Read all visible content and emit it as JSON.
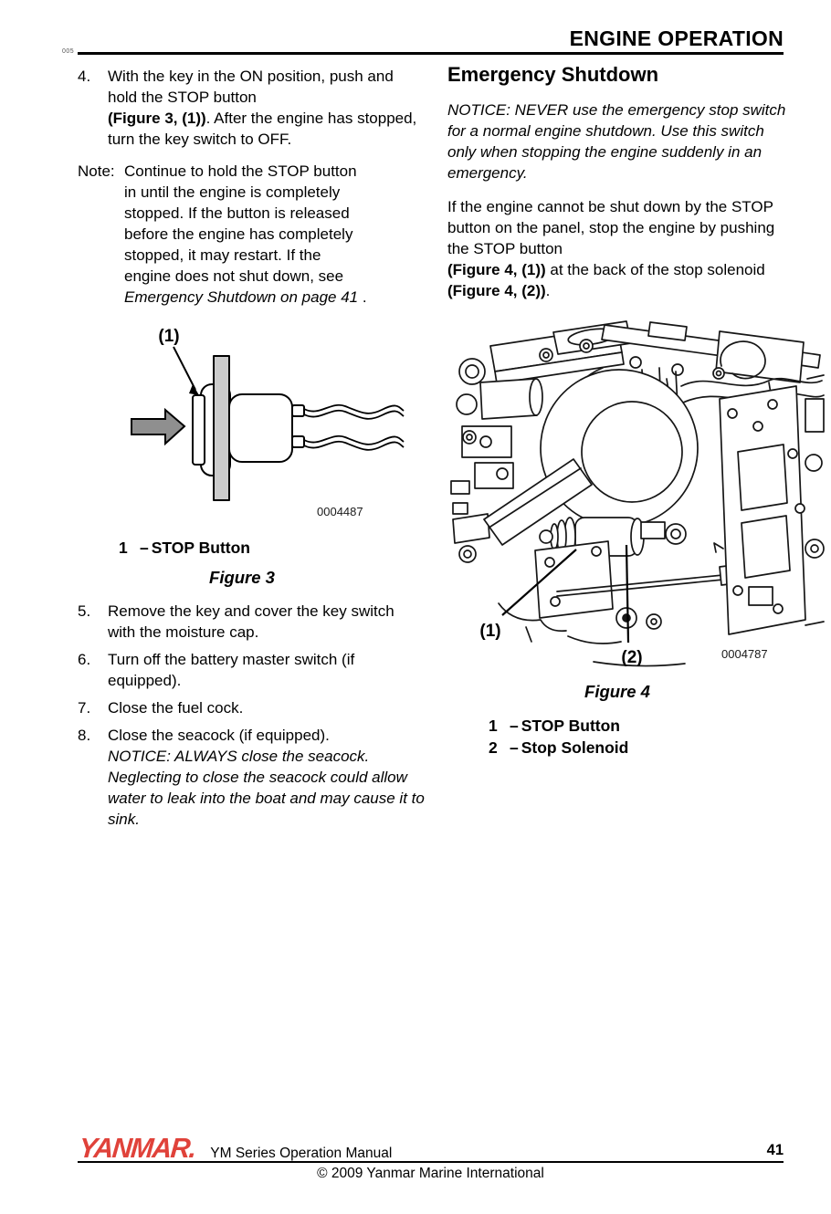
{
  "header": {
    "title": "ENGINE OPERATION",
    "print_mark": "005"
  },
  "left": {
    "item4": {
      "num": "4.",
      "lead": "With the key in the ON position, push and hold the STOP button",
      "bold": "(Figure 3, (1))",
      "tail": ". After the engine has stopped, turn the key switch to OFF."
    },
    "note": {
      "label": "Note:",
      "body": "Continue to hold the STOP button in until the engine is completely stopped. If the button is released before the engine has completely stopped, it may restart. If the engine does not shut down, see ",
      "ref": "Emergency Shutdown on page 41",
      "tail": " ."
    },
    "fig3": {
      "callout1": "(1)",
      "code": "0004487",
      "caption": "Figure 3",
      "legend": [
        {
          "num": "1",
          "label": "STOP Button"
        }
      ]
    },
    "item5": {
      "num": "5.",
      "text": "Remove the key and cover the key switch with the moisture cap."
    },
    "item6": {
      "num": "6.",
      "text": "Turn off the battery master switch (if equipped)."
    },
    "item7": {
      "num": "7.",
      "text": "Close the fuel cock."
    },
    "item8": {
      "num": "8.",
      "text": "Close the seacock (if equipped).",
      "notice": "NOTICE: ALWAYS close the seacock. Neglecting to close the seacock could allow water to leak into the boat and may cause it to sink."
    }
  },
  "right": {
    "heading": "Emergency Shutdown",
    "notice": "NOTICE: NEVER use the emergency stop switch for a normal engine shutdown. Use this switch only when stopping the engine suddenly in an emergency.",
    "para": {
      "p1": "If the engine cannot be shut down by the STOP button on the panel, stop the engine by pushing the STOP button",
      "b1": "(Figure 4, (1))",
      "p2": " at the back of the stop solenoid ",
      "b2": "(Figure 4, (2))",
      "p3": "."
    },
    "fig4": {
      "callout1": "(1)",
      "callout2": "(2)",
      "code": "0004787",
      "caption": "Figure 4",
      "legend": [
        {
          "num": "1",
          "label": "STOP Button"
        },
        {
          "num": "2",
          "label": "Stop Solenoid"
        }
      ]
    }
  },
  "footer": {
    "logo": "YANMAR.",
    "manual_title": "YM Series Operation Manual",
    "page_number": "41",
    "copyright": "© 2009 Yanmar Marine International",
    "logo_color": "#e0423a"
  },
  "dash": "–"
}
